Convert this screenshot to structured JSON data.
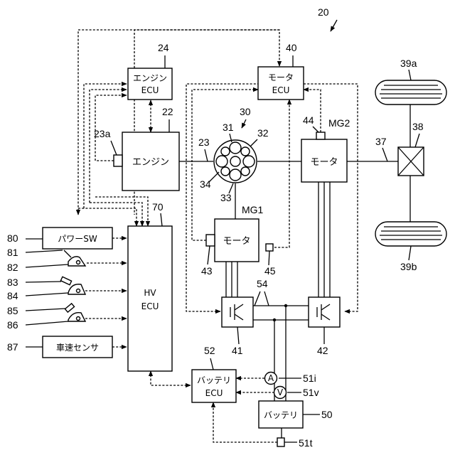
{
  "figure_number": "20",
  "blocks": {
    "engine_ecu": {
      "line1": "エンジン",
      "line2": "ECU",
      "ref": "24"
    },
    "engine": {
      "label": "エンジン",
      "ref": "22"
    },
    "engine_sensor": {
      "ref": "23a"
    },
    "motor_ecu": {
      "line1": "モータ",
      "line2": "ECU",
      "ref": "40"
    },
    "planetary": {
      "ref_30": "30",
      "ref_31": "31",
      "ref_32": "32",
      "ref_33": "33",
      "ref_34": "34"
    },
    "crankshaft": {
      "ref": "23"
    },
    "mg1": {
      "label": "モータ",
      "name": "MG1",
      "sensor_ref": "43",
      "temp_ref": "45"
    },
    "mg2": {
      "label": "モータ",
      "name": "MG2",
      "sensor_ref": "44"
    },
    "drive_shaft": {
      "ref": "37"
    },
    "differential": {
      "ref": "38"
    },
    "wheels": {
      "top_ref": "39a",
      "bottom_ref": "39b"
    },
    "hv_ecu": {
      "line1": "HV",
      "line2": "ECU",
      "ref": "70"
    },
    "inputs": {
      "power_sw": {
        "label": "パワーSW",
        "ref": "80"
      },
      "shift_ref_81": "81",
      "shift_ref_82": "82",
      "accel_ref_83": "83",
      "accel_ref_84": "84",
      "brake_ref_85": "85",
      "brake_ref_86": "86",
      "speed_sensor": {
        "label": "車速センサ",
        "ref": "87"
      }
    },
    "inverter1": {
      "ref": "41"
    },
    "inverter2": {
      "ref": "42"
    },
    "power_line": {
      "ref": "54"
    },
    "battery_ecu": {
      "line1": "バッテリ",
      "line2": "ECU",
      "ref": "52"
    },
    "battery": {
      "label": "バッテリ",
      "ref": "50"
    },
    "sensors": {
      "current": {
        "symbol": "A",
        "ref": "51i"
      },
      "voltage": {
        "symbol": "V",
        "ref": "51v"
      },
      "temp": {
        "ref": "51t"
      }
    }
  }
}
